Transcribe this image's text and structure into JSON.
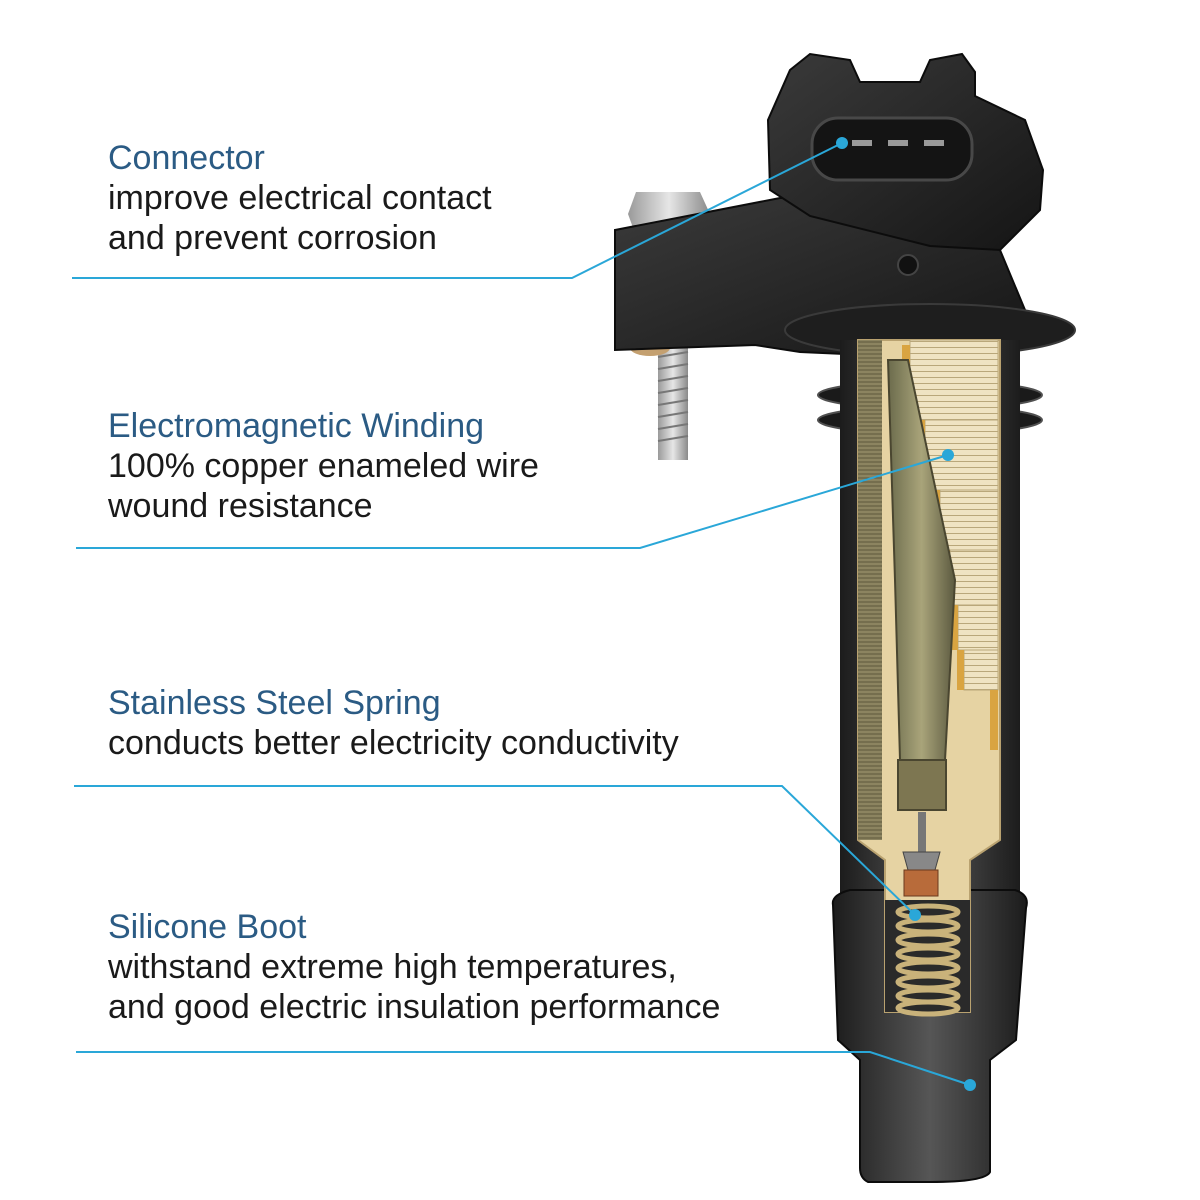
{
  "features": [
    {
      "title": "Connector",
      "desc": [
        "improve electrical contact",
        "and prevent corrosion"
      ]
    },
    {
      "title": "Electromagnetic Winding",
      "desc": [
        "100% copper enameled wire",
        "wound resistance"
      ]
    },
    {
      "title": "Stainless Steel Spring",
      "desc": [
        "conducts better electricity conductivity"
      ]
    },
    {
      "title": "Silicone Boot",
      "desc": [
        "withstand extreme high temperatures,",
        "and good electric insulation performance"
      ]
    }
  ],
  "colors": {
    "title": "#2b5b84",
    "text": "#1a1a1a",
    "leader": "#2aa7d8",
    "body_dark": "#2a2a2a",
    "insulator": "#e6d3a3",
    "copper": "#d9a441",
    "spring": "#c9b27a"
  },
  "icons": [
    "leader-dot-icon"
  ]
}
